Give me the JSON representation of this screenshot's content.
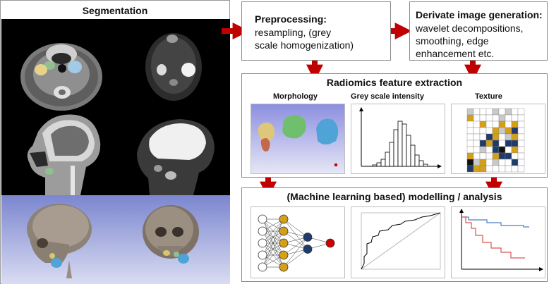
{
  "segmentation": {
    "title": "Segmentation"
  },
  "preprocessing": {
    "title": "Preprocessing:",
    "line1": "resampling, (grey",
    "line2": "scale homogenization)"
  },
  "derivate": {
    "title": "Derivate image generation:",
    "line1": "wavelet decompositions,",
    "line2": "smoothing, edge",
    "line3": "enhancement etc."
  },
  "radiomics": {
    "title": "Radiomics feature extraction",
    "morphology": "Morphology",
    "grey": "Grey scale intensity",
    "texture": "Texture"
  },
  "modelling": {
    "title": "(Machine learning based) modelling / analysis"
  },
  "colors": {
    "arrow": "#c00000",
    "node_white": "#ffffff",
    "node_gold": "#d4a017",
    "node_navy": "#1f3a6b",
    "node_red": "#cc0000",
    "km_blue": "#4a7fc1",
    "km_red": "#d9534f"
  }
}
